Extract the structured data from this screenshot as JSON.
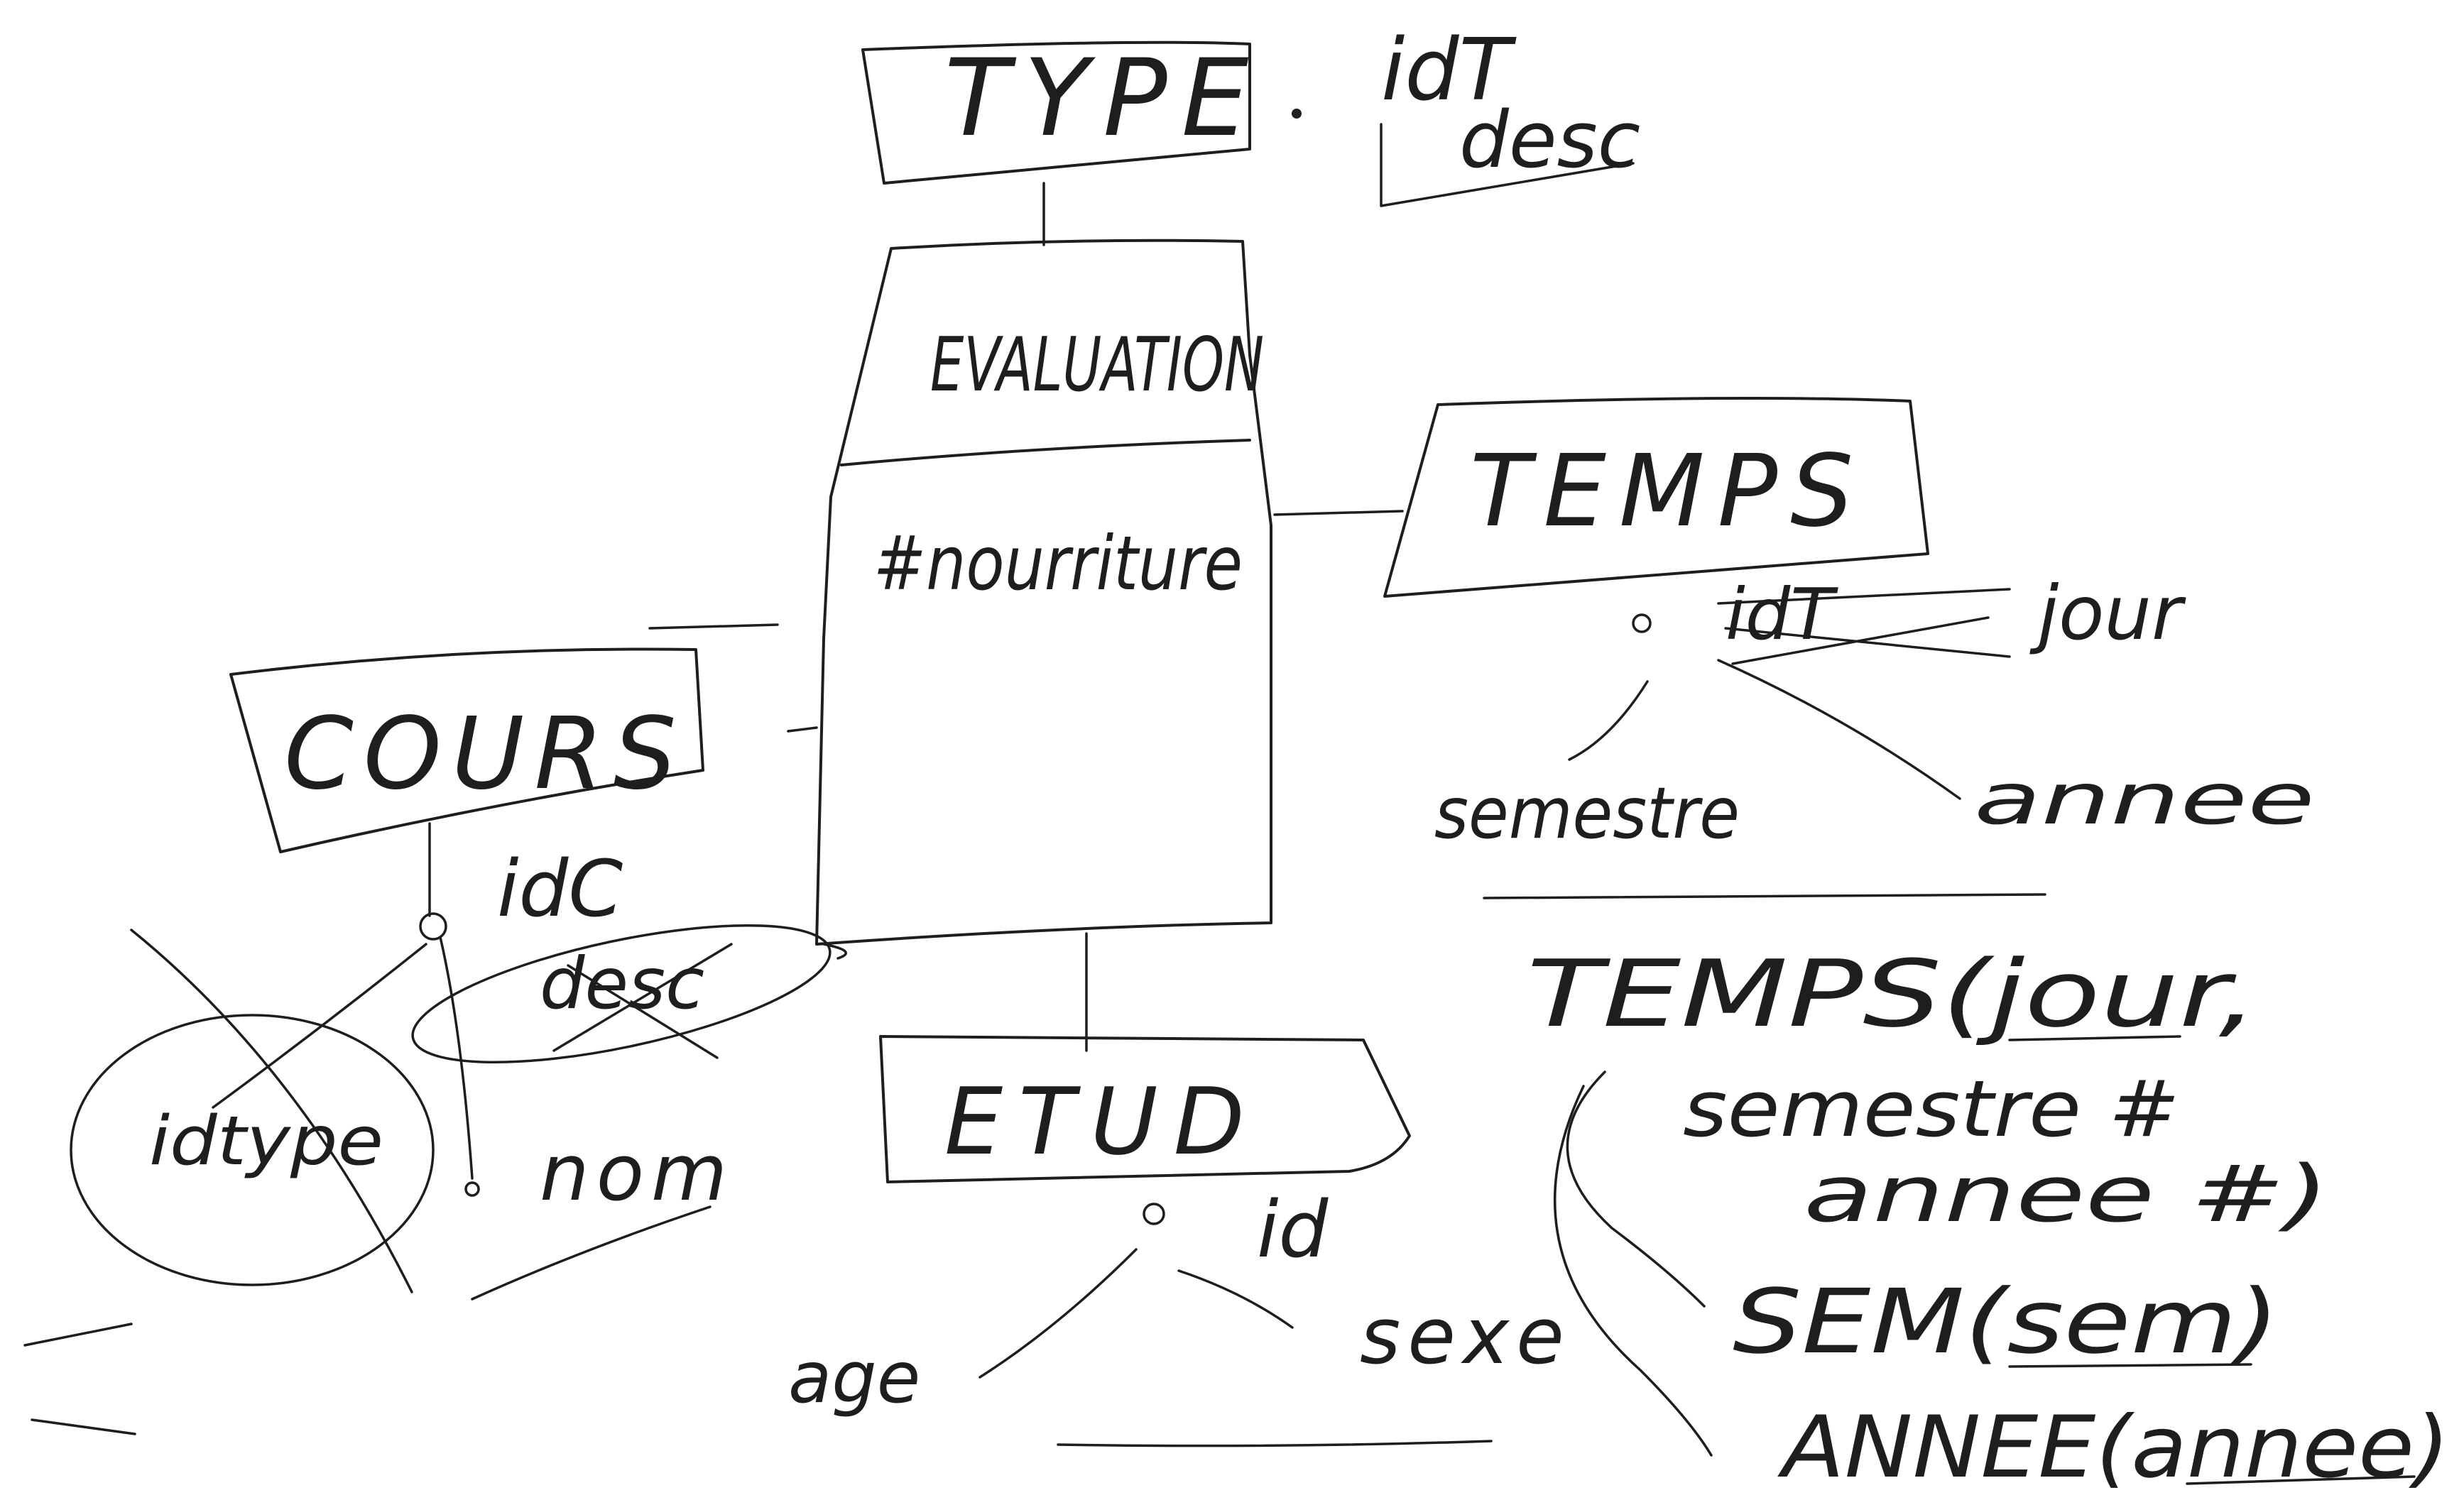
{
  "entities": {
    "type": {
      "name": "TYPE",
      "attr_id": "idT",
      "attr_desc": "desc"
    },
    "evaluation": {
      "name": "EVALUATION",
      "measure": "#nourriture"
    },
    "temps": {
      "name": "TEMPS",
      "attr_id": "idT",
      "attr_jour": "jour",
      "attr_semestre": "semestre",
      "attr_annee": "annee"
    },
    "cours": {
      "name": "COURS",
      "attr_id": "idC",
      "attr_desc": "desc",
      "attr_idtype": "idtype",
      "attr_nom": "nom"
    },
    "etud": {
      "name": "ETUD",
      "attr_id": "id",
      "attr_age": "age",
      "attr_sexe": "sexe"
    }
  },
  "schema": {
    "temps_line": "TEMPS(jour,",
    "temps_semestre": "semestre #",
    "temps_annee": "annee #)",
    "sem_line": "SEM(sem)",
    "annee_line": "ANNEE(annee)"
  },
  "colors": {
    "ink": "#1e1e1e",
    "background": "#ffffff"
  }
}
